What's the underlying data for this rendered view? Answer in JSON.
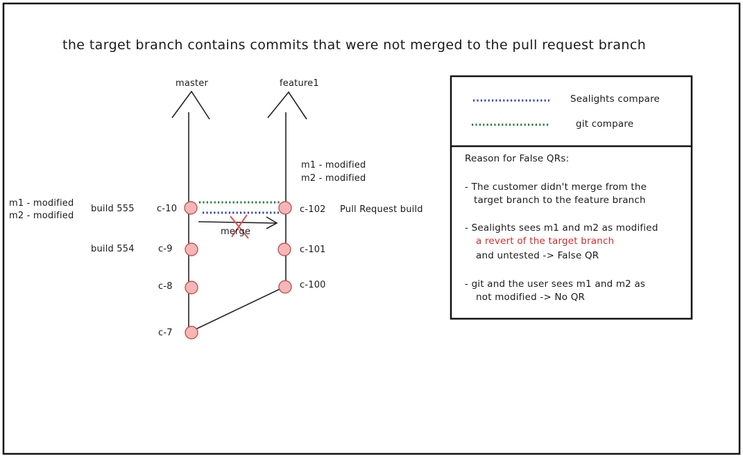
{
  "title": "the target branch contains commits that were not merged to the pull request branch",
  "branches": {
    "master": "master",
    "feature": "feature1"
  },
  "master_commits": [
    {
      "label": "c-10",
      "build": "build 555"
    },
    {
      "label": "c-9",
      "build": "build 554"
    },
    {
      "label": "c-8",
      "build": ""
    },
    {
      "label": "c-7",
      "build": ""
    }
  ],
  "feature_commits": [
    {
      "label": "c-102",
      "build": "Pull Request build"
    },
    {
      "label": "c-101",
      "build": ""
    },
    {
      "label": "c-100",
      "build": ""
    }
  ],
  "merge_label": "merge",
  "master_modified": [
    "m1 - modified",
    "m2 - modified"
  ],
  "feature_modified": [
    "m1 - modified",
    "m2 - modified"
  ],
  "legend": {
    "items": [
      {
        "label": "Sealights compare",
        "color": "#2a3fbf"
      },
      {
        "label": "git compare",
        "color": "#1f7a3a"
      }
    ]
  },
  "reasons": {
    "heading": "Reason for False QRs:",
    "items": [
      {
        "lines": [
          "- The customer didn't merge from the",
          "target branch to the feature branch"
        ],
        "highlight": []
      },
      {
        "lines": [
          "- Sealights sees m1 and m2 as modified",
          "a revert of the target branch",
          "and untested -> False QR"
        ],
        "highlight": [
          1
        ]
      },
      {
        "lines": [
          "- git and the user sees m1 and m2 as",
          "not modified -> No QR"
        ],
        "highlight": []
      }
    ]
  },
  "colors": {
    "commit_fill": "#f4b6b6",
    "commit_stroke": "#c25454",
    "highlight_text": "#d62a2a",
    "cross": "#e05050"
  }
}
